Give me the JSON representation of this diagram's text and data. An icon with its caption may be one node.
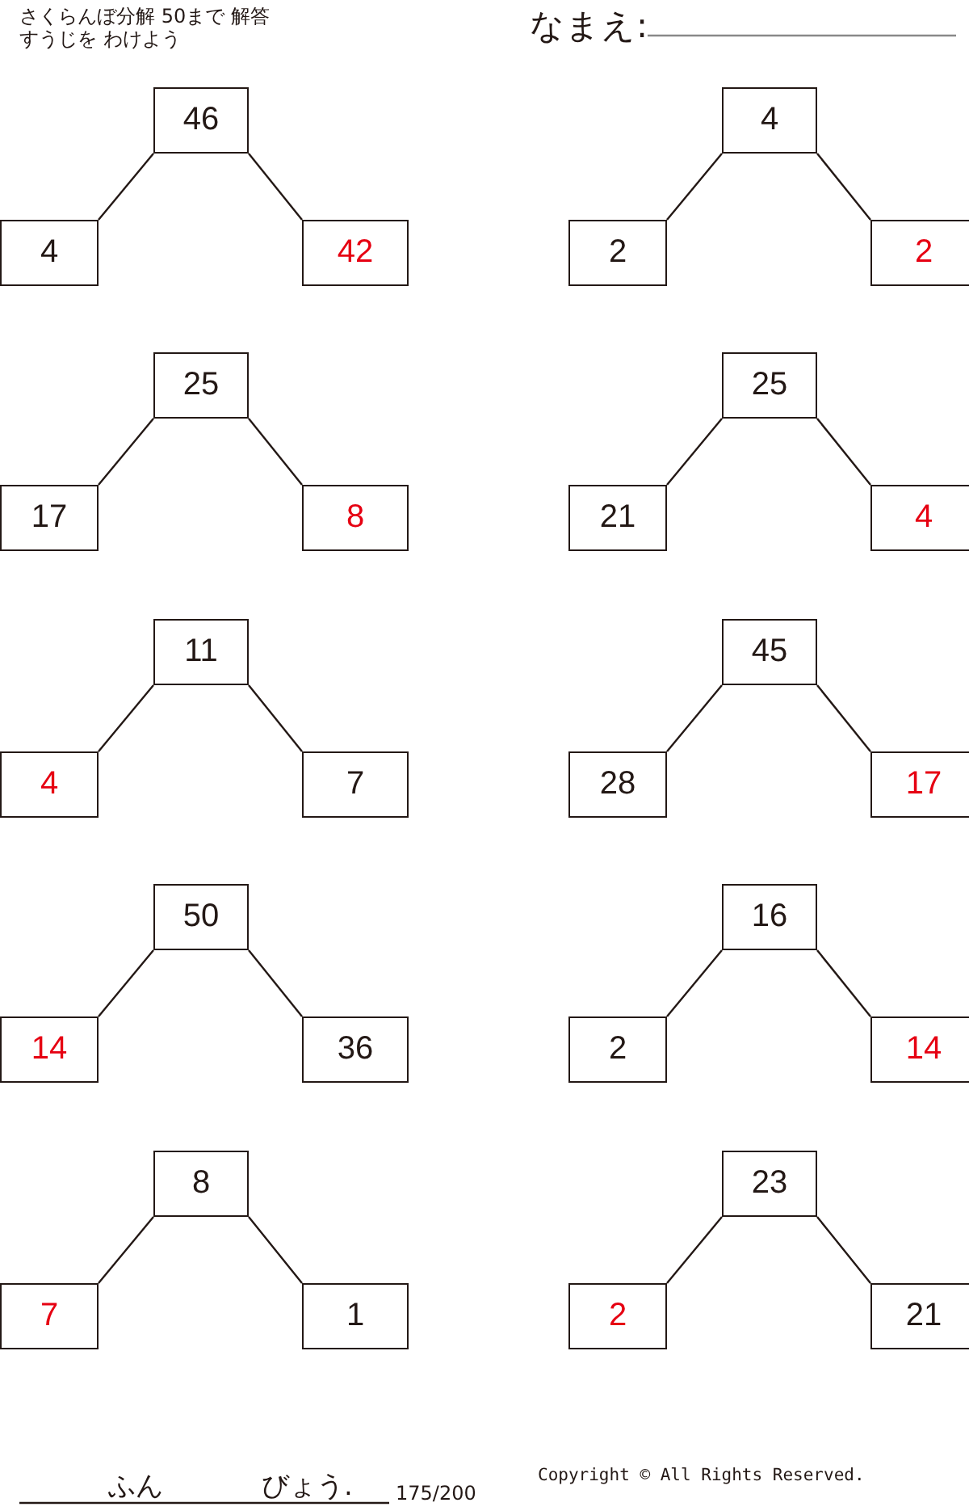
{
  "diagram": {
    "nodes": [
      {
        "text": [
          "46"
        ]
      },
      {
        "text": [
          "4"
        ]
      },
      {
        "text": [
          "42"
        ]
      },
      {
        "text": [
          "4"
        ]
      },
      {
        "text": [
          "2"
        ]
      },
      {
        "text": [
          "2"
        ]
      },
      {
        "text": [
          "25"
        ]
      },
      {
        "text": [
          "17"
        ]
      },
      {
        "text": [
          "8"
        ]
      },
      {
        "text": [
          "25"
        ]
      },
      {
        "text": [
          "21"
        ]
      },
      {
        "text": [
          "4"
        ]
      },
      {
        "text": [
          "11"
        ]
      },
      {
        "text": [
          "4"
        ]
      },
      {
        "text": [
          "7"
        ]
      },
      {
        "text": [
          "45"
        ]
      },
      {
        "text": [
          "28"
        ]
      },
      {
        "text": [
          "17"
        ]
      },
      {
        "text": [
          "50"
        ]
      },
      {
        "text": [
          "14"
        ]
      },
      {
        "text": [
          "36"
        ]
      },
      {
        "text": [
          "16"
        ]
      },
      {
        "text": [
          "2"
        ]
      },
      {
        "text": [
          "14"
        ]
      },
      {
        "text": [
          "8"
        ]
      },
      {
        "text": [
          "7"
        ]
      },
      {
        "text": [
          "1"
        ]
      },
      {
        "text": [
          "23"
        ]
      },
      {
        "text": [
          "2"
        ]
      },
      {
        "text": [
          "21"
        ]
      }
    ],
    "edges": [
      {
        "from": 0,
        "to": 1,
        "arrow": "none"
      },
      {
        "from": 0,
        "to": 2,
        "arrow": "none"
      },
      {
        "from": 3,
        "to": 4,
        "arrow": "none"
      },
      {
        "from": 3,
        "to": 5,
        "arrow": "none"
      },
      {
        "from": 6,
        "to": 7,
        "arrow": "none"
      },
      {
        "from": 6,
        "to": 8,
        "arrow": "none"
      },
      {
        "from": 9,
        "to": 10,
        "arrow": "none"
      },
      {
        "from": 9,
        "to": 11,
        "arrow": "none"
      },
      {
        "from": 12,
        "to": 13,
        "arrow": "none"
      },
      {
        "from": 12,
        "to": 14,
        "arrow": "none"
      },
      {
        "from": 15,
        "to": 16,
        "arrow": "none"
      },
      {
        "from": 15,
        "to": 17,
        "arrow": "none"
      },
      {
        "from": 18,
        "to": 19,
        "arrow": "none"
      },
      {
        "from": 18,
        "to": 20,
        "arrow": "none"
      },
      {
        "from": 21,
        "to": 22,
        "arrow": "none"
      },
      {
        "from": 21,
        "to": 23,
        "arrow": "none"
      },
      {
        "from": 24,
        "to": 25,
        "arrow": "none"
      },
      {
        "from": 24,
        "to": 26,
        "arrow": "none"
      },
      {
        "from": 27,
        "to": 28,
        "arrow": "none"
      },
      {
        "from": 27,
        "to": 29,
        "arrow": "none"
      }
    ],
    "labels": [
      "さくらんぼ分解 50まで 解答",
      "すうじを わけよう",
      "なまえ:",
      "ふん",
      "びょう.",
      "175/200",
      "Copyright © All Rights Reserved."
    ]
  }
}
